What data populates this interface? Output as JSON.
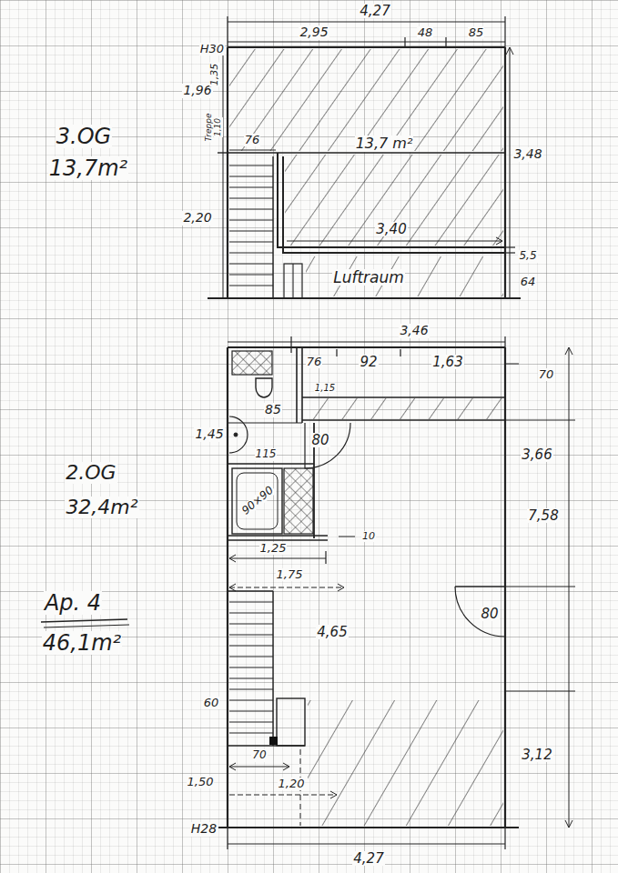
{
  "diagram": {
    "labels": [
      "4,27",
      "H30",
      "2,95",
      "48",
      "85",
      "1,96",
      "1,35",
      "Treppe",
      "1,10",
      "3.OG",
      "13,7m²",
      "76",
      "13,7 m²",
      "3,48",
      "2,20",
      "3,40",
      "5,5",
      "Luftraum",
      "64",
      "3,46",
      "76",
      "92",
      "1,63",
      "70",
      "1,15",
      "85",
      "1,45",
      "80",
      "3,66",
      "2.OG",
      "32,4m²",
      "115",
      "90×90",
      "7,58",
      "10",
      "1,25",
      "1,75",
      "Ap. 4",
      "46,1m²",
      "80",
      "4,65",
      "60",
      "3,12",
      "70",
      "1,50",
      "1,20",
      "H28",
      "4,27"
    ]
  }
}
